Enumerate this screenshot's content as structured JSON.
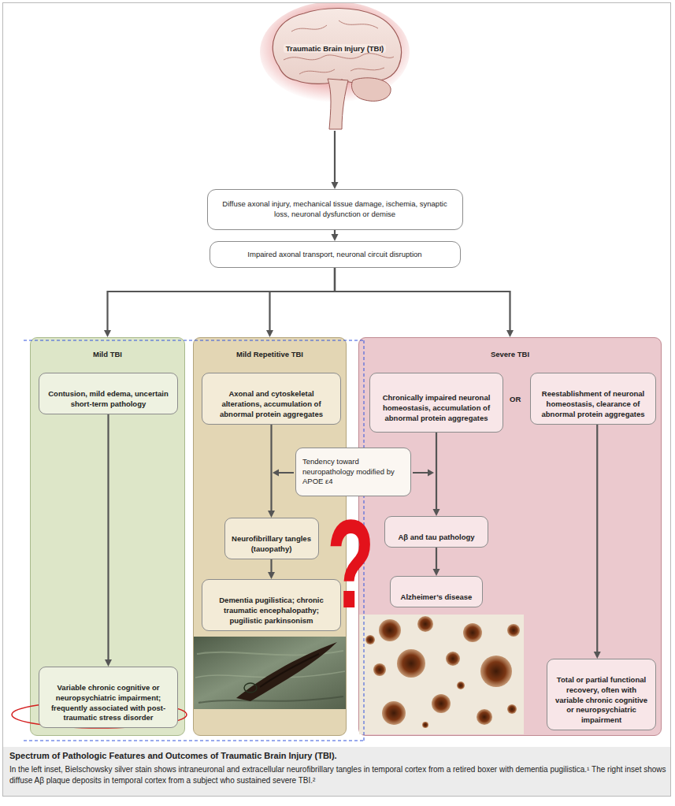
{
  "diagram": {
    "title": "Spectrum of Pathologic Features and Outcomes of Traumatic Brain Injury (TBI).",
    "caption": "In the left inset, Bielschowsky silver stain shows intraneuronal and extracellular neurofibrillary tangles in temporal cortex from a retired boxer with dementia pugilistica.¹ The right inset shows diffuse Aβ plaque deposits in temporal cortex from a subject who sustained severe TBI.²",
    "nodes": [
      {
        "text": [
          "Traumatic Brain Injury (TBI)"
        ]
      },
      {
        "text": [
          "Diffuse axonal injury, mechanical tissue damage, ischemia, synaptic loss, neuronal dysfunction or demise"
        ]
      },
      {
        "text": [
          "Impaired axonal transport, neuronal circuit disruption"
        ]
      },
      {
        "text": [
          "Mild TBI"
        ]
      },
      {
        "text": [
          "Contusion, mild edema, uncertain short-term pathology"
        ],
        "in": 3
      },
      {
        "text": [
          "Variable chronic cognitive or neuropsychiatric impairment; frequently associated with post-traumatic stress disorder"
        ],
        "in": 3
      },
      {
        "text": [
          "Mild Repetitive TBI"
        ]
      },
      {
        "text": [
          "Axonal and cytoskeletal alterations, accumulation of abnormal protein aggregates"
        ],
        "in": 6
      },
      {
        "text": [
          "Neurofibrillary tangles (tauopathy)"
        ],
        "in": 6
      },
      {
        "text": [
          "Dementia pugilistica; chronic traumatic encephalopathy; pugilistic parkinsonism"
        ],
        "in": 6
      },
      {
        "text": [
          "Severe TBI"
        ]
      },
      {
        "text": [
          "Chronically impaired neuronal homeostasis, accumulation of abnormal protein aggregates"
        ],
        "in": 10
      },
      {
        "text": [
          "Reestablishment of neuronal homeostasis, clearance of abnormal protein aggregates"
        ],
        "in": 10
      },
      {
        "text": [
          "Tendency toward neuropathology modified by APOE ε4"
        ]
      },
      {
        "text": [
          "Aβ and tau pathology"
        ],
        "in": 10
      },
      {
        "text": [
          "Alzheimer’s disease"
        ],
        "in": 10
      },
      {
        "text": [
          "Total or partial functional recovery, often with variable chronic cognitive or neuropsychiatric impairment"
        ],
        "in": 10
      }
    ],
    "edges": [
      {
        "from": 0,
        "to": 1,
        "arrow": "to"
      },
      {
        "from": 1,
        "to": 2,
        "arrow": "to"
      },
      {
        "from": 2,
        "to": 3,
        "arrow": "to"
      },
      {
        "from": 2,
        "to": 6,
        "arrow": "to"
      },
      {
        "from": 2,
        "to": 10,
        "arrow": "to"
      },
      {
        "from": 4,
        "to": 5,
        "arrow": "to"
      },
      {
        "from": 7,
        "to": 8,
        "arrow": "to"
      },
      {
        "from": 8,
        "to": 9,
        "arrow": "to"
      },
      {
        "from": 11,
        "to": 14,
        "arrow": "to"
      },
      {
        "from": 14,
        "to": 15,
        "arrow": "to"
      },
      {
        "from": 12,
        "to": 16,
        "arrow": "to"
      }
    ],
    "labels": [
      "OR",
      "?"
    ]
  }
}
